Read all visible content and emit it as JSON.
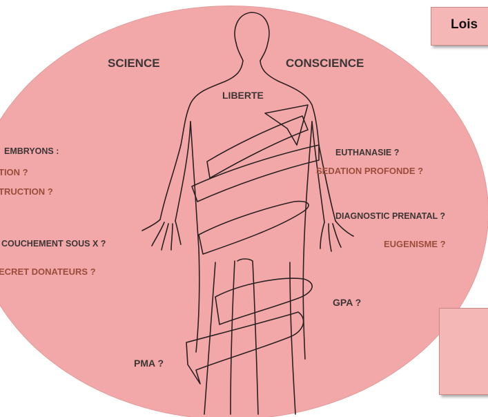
{
  "top_box": {
    "text": "Lois"
  },
  "labels": {
    "science": "SCIENCE",
    "conscience": "CONSCIENCE",
    "liberte": "LIBERTE",
    "embryons": "EMBRYONS :",
    "embryons_line1": "TION ?",
    "embryons_line2": "TRUCTION ?",
    "accouchement": "COUCHEMENT SOUS X ?",
    "secret_donateurs": "ECRET DONATEURS ?",
    "pma": "PMA ?",
    "euthanasie": "EUTHANASIE ?",
    "sedation": "SEDATION PROFONDE ?",
    "diagnostic": "DIAGNOSTIC PRENATAL ?",
    "eugenisme": "EUGENISME ?",
    "gpa": "GPA ?"
  },
  "colors": {
    "ellipse": "#f2a8a8",
    "box": "#f5b6b6",
    "accent_text": "#9a4d3a"
  }
}
